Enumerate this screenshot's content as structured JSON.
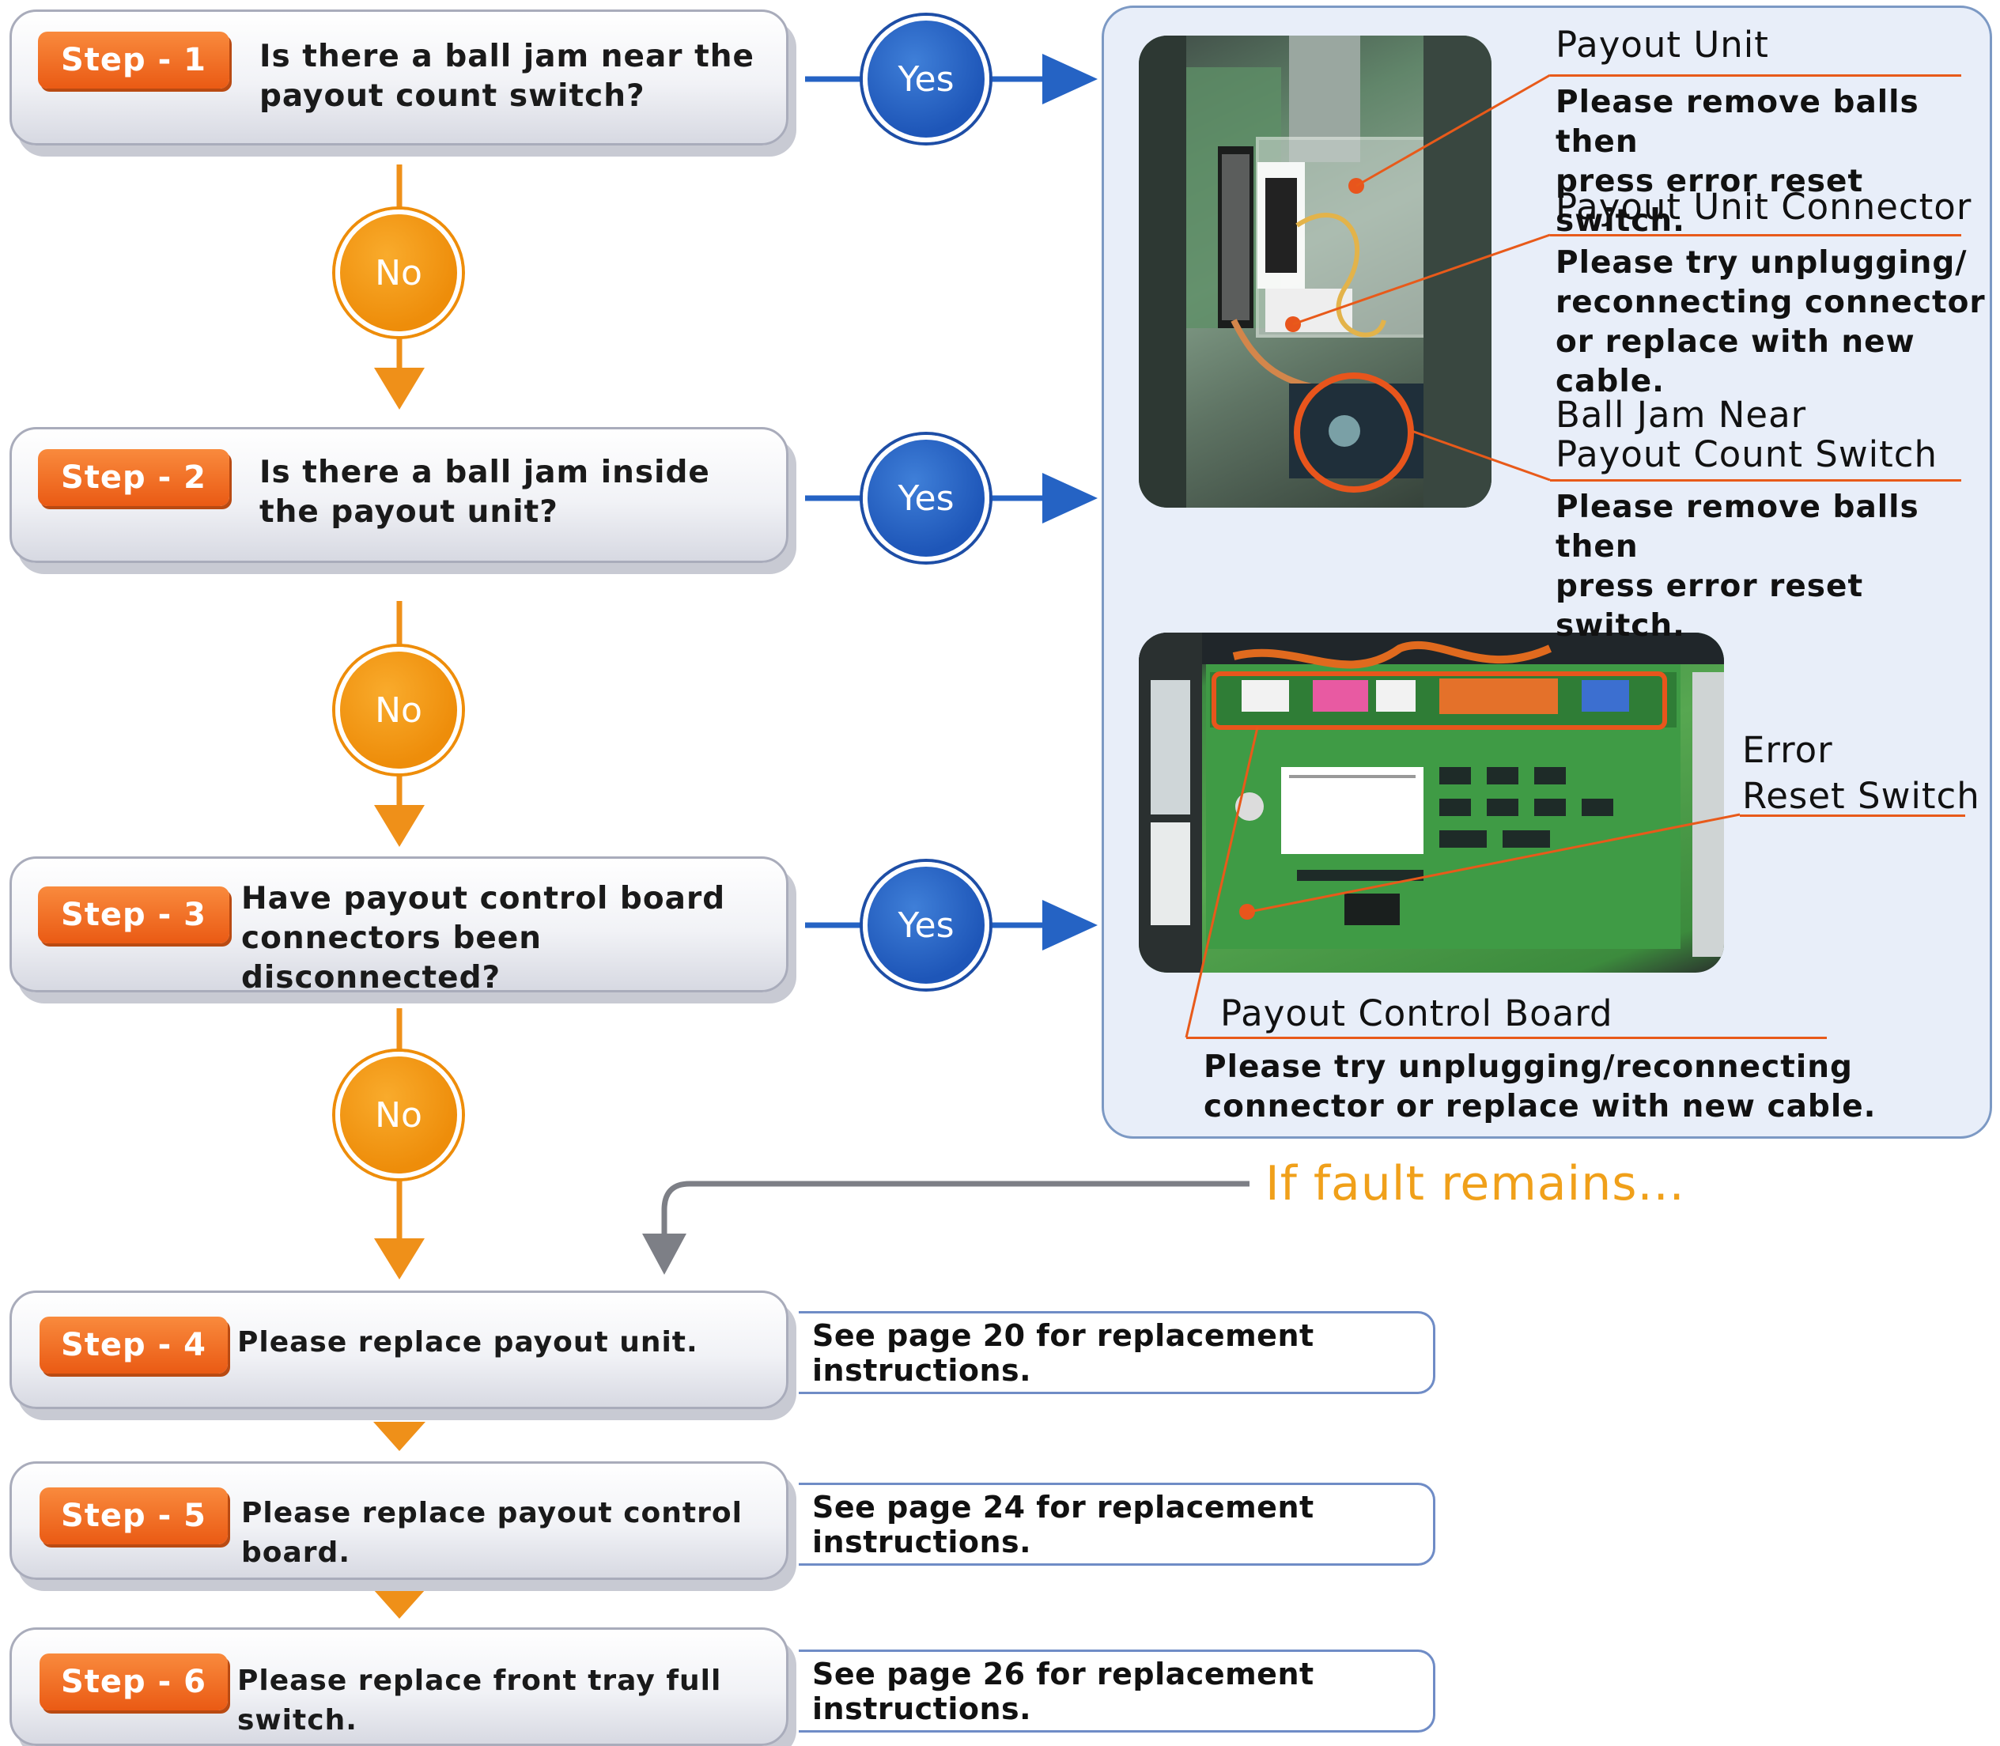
{
  "steps": [
    {
      "tag": "Step - 1",
      "line1": "Is there a ball jam near the",
      "line2": "payout count switch?"
    },
    {
      "tag": "Step - 2",
      "line1": "Is there a ball jam inside",
      "line2": "the payout unit?"
    },
    {
      "tag": "Step - 3",
      "line1": "Have payout control board",
      "line2": "connectors been disconnected?"
    },
    {
      "tag": "Step - 4",
      "text": "Please replace payout unit.",
      "ref": "See page 20 for replacement instructions."
    },
    {
      "tag": "Step - 5",
      "text": "Please replace payout control board.",
      "ref": "See page 24 for replacement instructions."
    },
    {
      "tag": "Step - 6",
      "text": "Please replace front tray full switch.",
      "ref": "See page 26 for replacement instructions."
    }
  ],
  "yes_label": "Yes",
  "no_label": "No",
  "callouts": {
    "payout_unit": {
      "title": "Payout Unit",
      "l1": "Please remove balls then",
      "l2": "press error reset switch."
    },
    "connector": {
      "title": "Payout Unit Connector",
      "l1": "Please try unplugging/",
      "l2": "reconnecting connector",
      "l3": "or replace with new cable."
    },
    "ball_jam": {
      "title1": "Ball Jam Near",
      "title2": "Payout Count Switch",
      "l1": "Please remove balls then",
      "l2": "press error reset switch."
    },
    "error_reset": {
      "title1": "Error",
      "title2": "Reset Switch"
    },
    "control_board": {
      "title": "Payout Control Board",
      "l1": "Please try unplugging/reconnecting",
      "l2": "connector or replace with new cable."
    }
  },
  "fault_text": "If fault remains...",
  "colors": {
    "orange": "#ef9019",
    "blue": "#2563c4",
    "tag": "#ee5e1a",
    "callout_line": "#e85a1a"
  }
}
